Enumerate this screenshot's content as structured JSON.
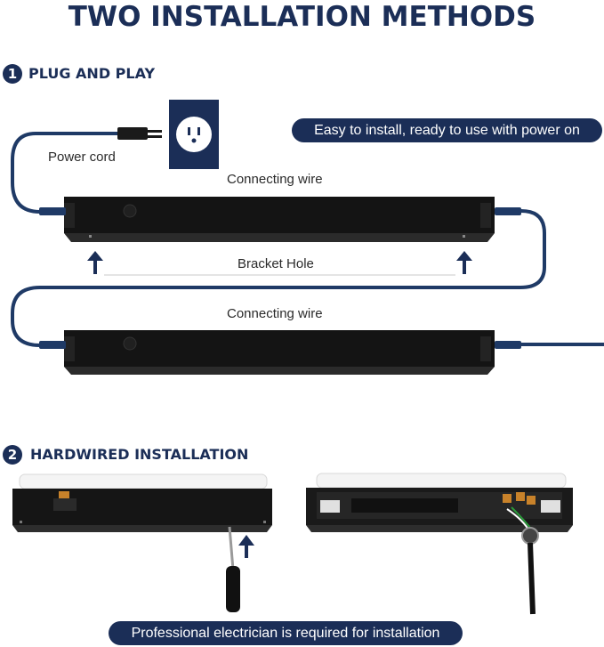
{
  "title": "TWO INSTALLATION METHODS",
  "step1": {
    "number": "1",
    "heading": "PLUG AND PLAY"
  },
  "step2": {
    "number": "2",
    "heading": "HARDWIRED INSTALLATION"
  },
  "labels": {
    "power_cord": "Power cord",
    "connecting_wire_top": "Connecting wire",
    "bracket_hole": "Bracket Hole",
    "connecting_wire_bottom": "Connecting wire"
  },
  "callouts": {
    "easy_install": "Easy to install, ready to use with power on",
    "electrician": "Professional electrician is required for installation"
  },
  "colors": {
    "navy": "#1b2e57",
    "cable": "#1f3a66",
    "fixture": "#161616"
  }
}
